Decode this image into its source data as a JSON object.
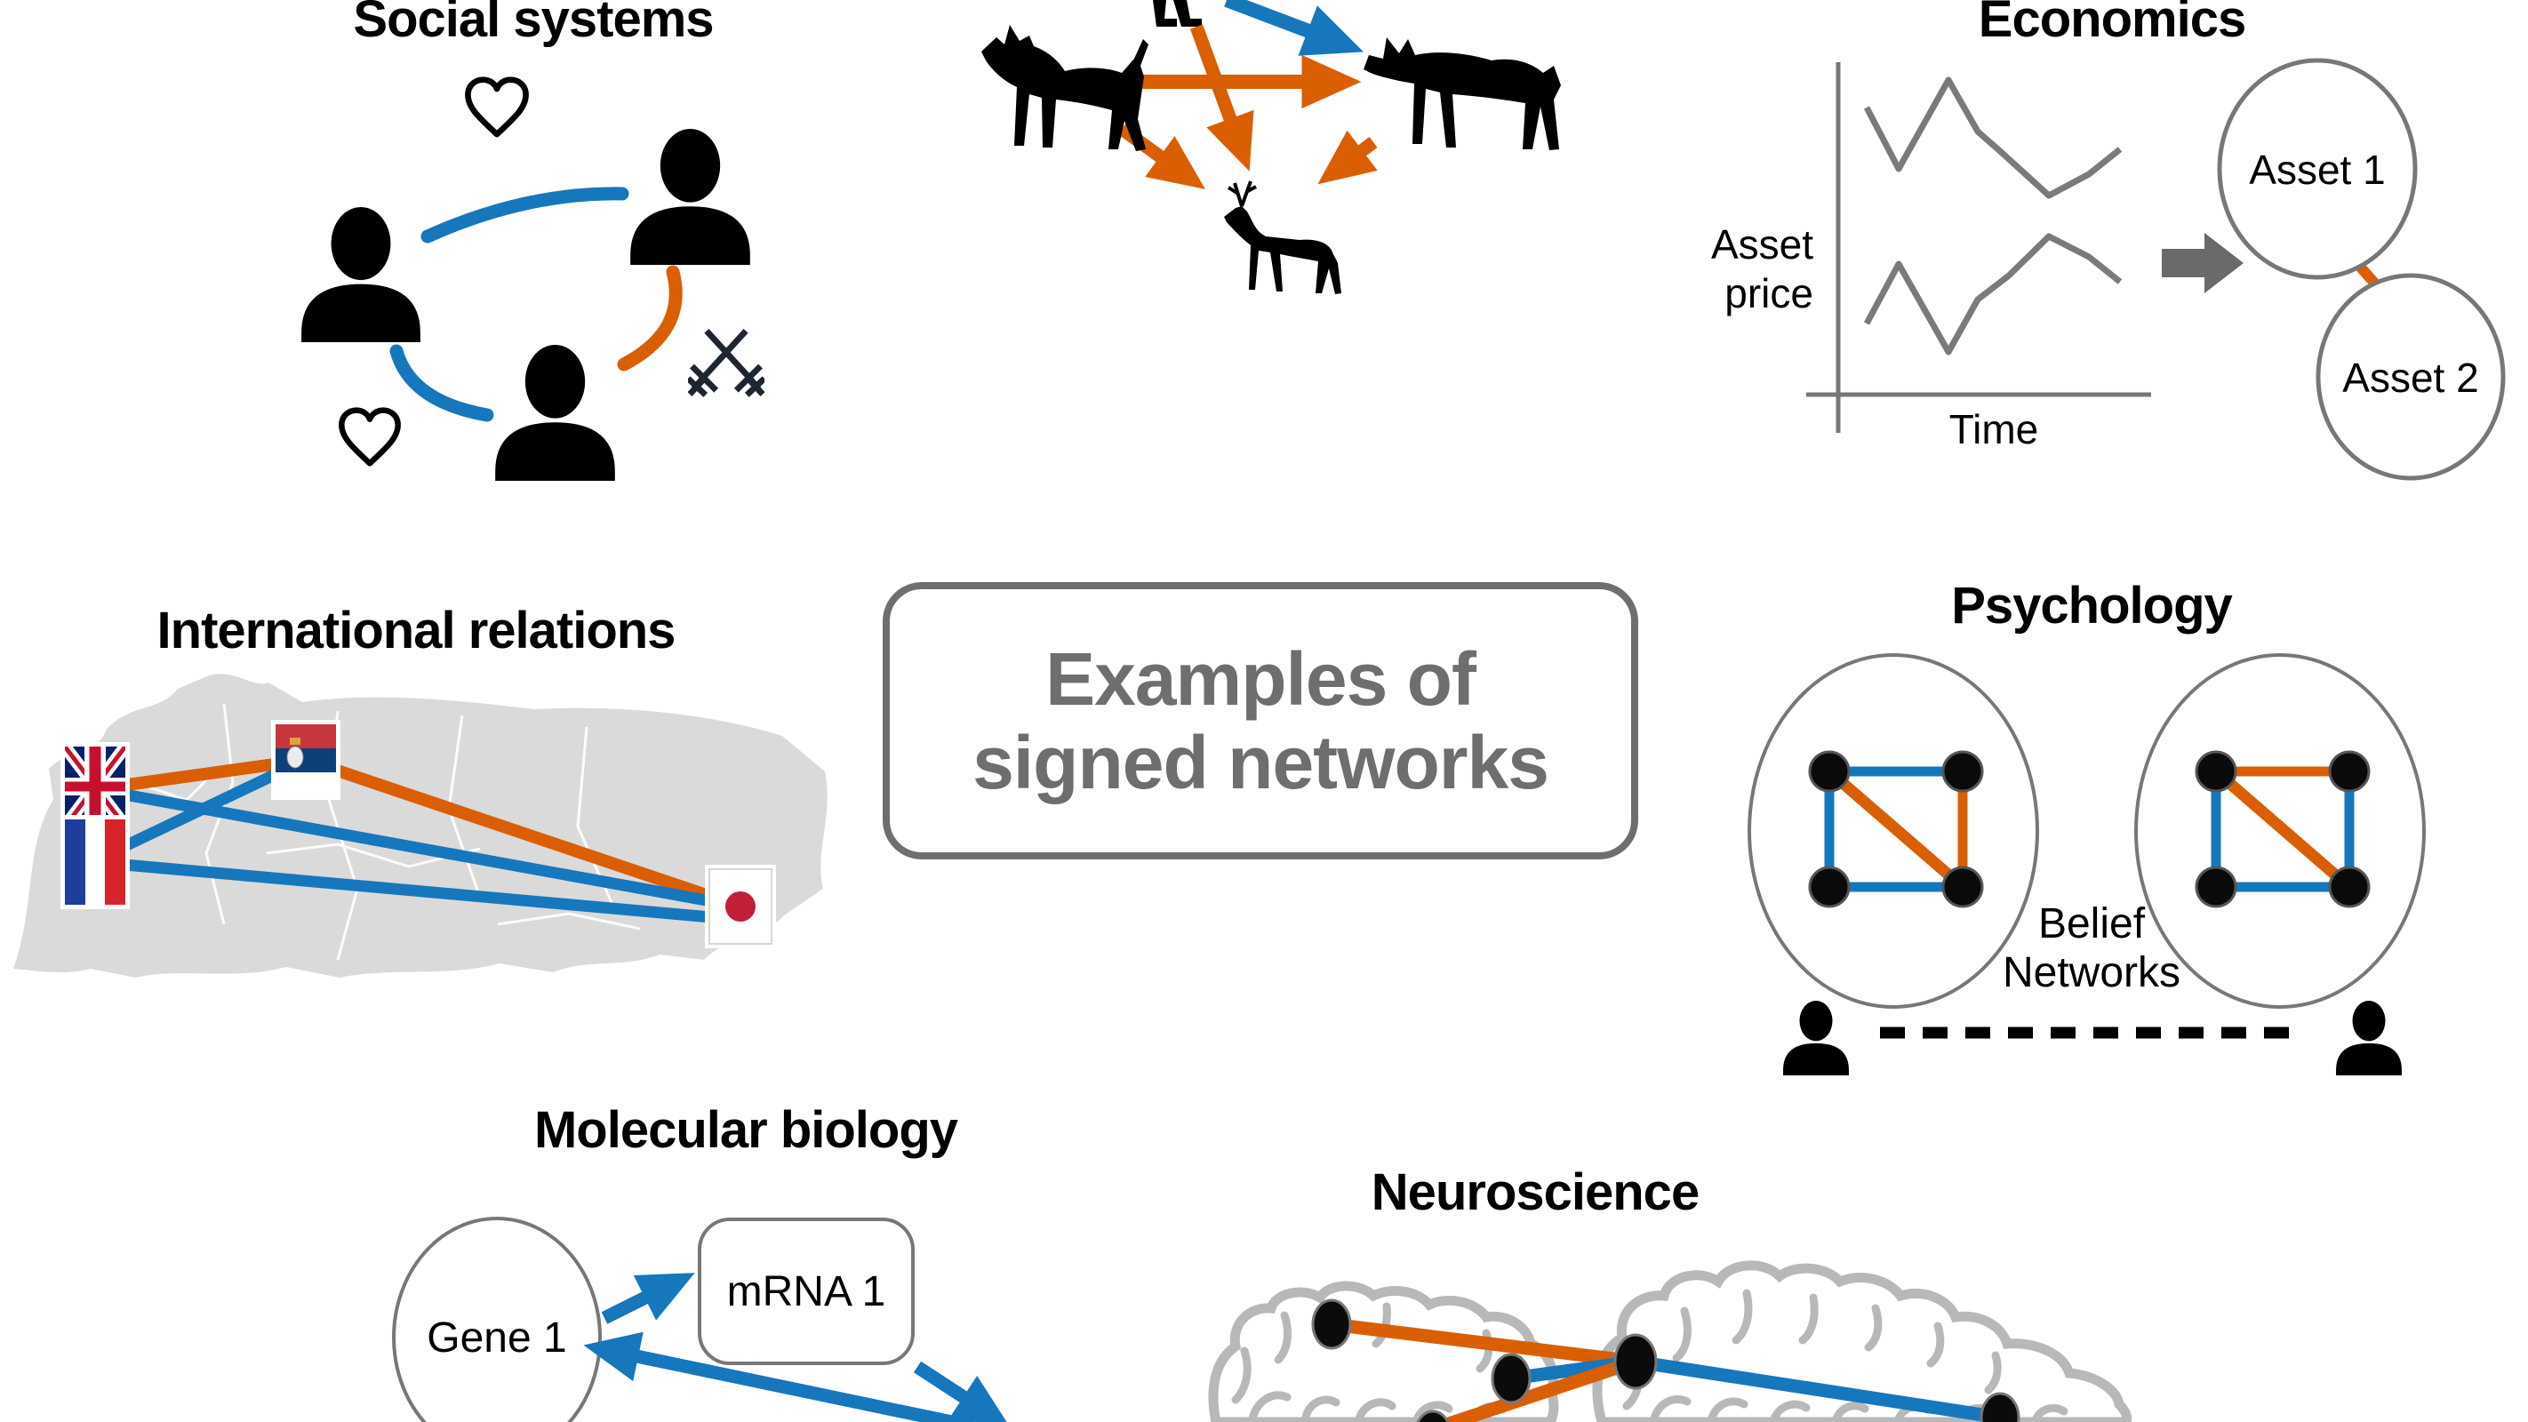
{
  "figure": {
    "center_box": {
      "line1": "Examples of",
      "line2": "signed networks"
    }
  },
  "colors": {
    "positive_edge_blue": "#1777BC",
    "negative_edge_orange": "#D95F02",
    "center_text_gray": "#6E6E6E",
    "map_gray": "#DADADA",
    "brain_gray": "#B8B8B8",
    "chart_line_gray": "#7A7A7A"
  },
  "panels": {
    "social_systems": {
      "title": "Social systems",
      "icons": [
        "heart-icon",
        "heart-icon",
        "crossed-swords-icon",
        "person-icon",
        "person-icon",
        "person-icon"
      ],
      "edges": [
        {
          "from": "person-left",
          "to": "person-right",
          "sign": "positive"
        },
        {
          "from": "person-left",
          "to": "person-bottom",
          "sign": "positive"
        },
        {
          "from": "person-right",
          "to": "person-bottom",
          "sign": "negative"
        }
      ]
    },
    "ecology": {
      "icons": [
        "human-legs-icon",
        "wolf-icon",
        "wolf-icon",
        "deer-icon"
      ],
      "edges": [
        {
          "from": "human",
          "to": "wolf-right",
          "sign": "positive"
        },
        {
          "from": "wolf-left",
          "to": "wolf-right",
          "sign": "negative"
        },
        {
          "from": "human",
          "to": "deer",
          "sign": "negative"
        },
        {
          "from": "wolf-left",
          "to": "deer",
          "sign": "negative"
        },
        {
          "from": "wolf-right",
          "to": "deer",
          "sign": "negative"
        }
      ]
    },
    "economics": {
      "title": "Economics",
      "ylabel": [
        "Asset",
        "price"
      ],
      "xlabel": "Time",
      "nodes": [
        "Asset 1",
        "Asset 2"
      ],
      "edges": [
        {
          "from": "Asset 1",
          "to": "Asset 2",
          "sign": "negative"
        }
      ]
    },
    "international_relations": {
      "title": "International relations",
      "flags": [
        "uk-flag",
        "france-flag",
        "serbia-flag",
        "japan-flag"
      ],
      "edges": [
        {
          "from": "uk",
          "to": "serbia",
          "sign": "negative"
        },
        {
          "from": "serbia",
          "to": "japan",
          "sign": "negative"
        },
        {
          "from": "uk",
          "to": "france",
          "sign": "positive"
        },
        {
          "from": "france",
          "to": "serbia",
          "sign": "positive"
        },
        {
          "from": "uk",
          "to": "japan",
          "sign": "positive"
        },
        {
          "from": "france",
          "to": "japan",
          "sign": "positive"
        }
      ]
    },
    "psychology": {
      "title": "Psychology",
      "caption": [
        "Belief",
        "Networks"
      ],
      "icons": [
        "thought-circle",
        "thought-circle",
        "person-icon",
        "person-icon",
        "dashed-link"
      ],
      "left_network_edges": [
        {
          "edge": "top",
          "sign": "positive"
        },
        {
          "edge": "left",
          "sign": "positive"
        },
        {
          "edge": "bottom",
          "sign": "positive"
        },
        {
          "edge": "right",
          "sign": "negative"
        },
        {
          "edge": "diagonal",
          "sign": "negative"
        }
      ],
      "right_network_edges": [
        {
          "edge": "top",
          "sign": "negative"
        },
        {
          "edge": "left",
          "sign": "positive"
        },
        {
          "edge": "bottom",
          "sign": "positive"
        },
        {
          "edge": "right",
          "sign": "positive"
        },
        {
          "edge": "diagonal",
          "sign": "negative"
        }
      ]
    },
    "molecular_biology": {
      "title": "Molecular biology",
      "nodes": [
        "Gene 1",
        "mRNA 1"
      ],
      "edges": [
        {
          "from": "Gene 1",
          "to": "mRNA 1",
          "sign": "positive"
        },
        {
          "from": "offscreen-bottom",
          "to": "Gene 1",
          "sign": "positive"
        },
        {
          "from": "mRNA 1",
          "to": "offscreen-bottom",
          "sign": "positive"
        }
      ]
    },
    "neuroscience": {
      "title": "Neuroscience",
      "icons": [
        "brain-icon",
        "brain-icon"
      ],
      "edges": [
        {
          "from": "node-a",
          "to": "node-c",
          "sign": "negative"
        },
        {
          "from": "node-b",
          "to": "node-c",
          "sign": "positive"
        },
        {
          "from": "node-c",
          "to": "node-e",
          "sign": "negative"
        },
        {
          "from": "node-c",
          "to": "node-d",
          "sign": "positive"
        }
      ]
    }
  },
  "chart_data": {
    "type": "line",
    "title": "",
    "xlabel": "Time",
    "ylabel": "Asset price",
    "tick_labels": "none (qualitative sketch)",
    "series": [
      {
        "name": "Asset 1",
        "points": [
          [
            2100,
            121
          ],
          [
            2136,
            190
          ],
          [
            2192,
            90
          ],
          [
            2225,
            148
          ],
          [
            2250,
            170
          ],
          [
            2305,
            220
          ],
          [
            2350,
            196
          ],
          [
            2385,
            168
          ]
        ]
      },
      {
        "name": "Asset 2",
        "points": [
          [
            2100,
            364
          ],
          [
            2136,
            297
          ],
          [
            2192,
            396
          ],
          [
            2225,
            337
          ],
          [
            2260,
            310
          ],
          [
            2305,
            266
          ],
          [
            2350,
            289
          ],
          [
            2385,
            317
          ]
        ]
      }
    ]
  }
}
